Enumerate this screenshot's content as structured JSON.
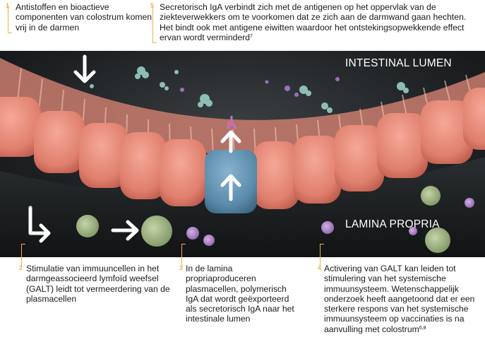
{
  "notes": {
    "n1": {
      "number": "1",
      "text": "Antistoffen en bioactieve componenten van colostrum komen vrij in de darmen"
    },
    "n5": {
      "number": "5",
      "text": "Secretorisch IgA verbindt zich met de antigenen op het oppervlak van de ziekteverwekkers om te voorkomen dat ze zich aan de darmwand gaan hechten. Het bindt ook met antigene eiwitten waardoor het ontstekingsopwekkende effect ervan wordt verminderd",
      "sup": "7"
    },
    "n2": {
      "number": "2",
      "text": "Stimulatie van immuuncellen in het darmgeassocieerd lymfoïd weefsel (GALT) leidt tot vermeerdering van de plasmacellen"
    },
    "n3": {
      "number": "3",
      "text": "In de lamina propriaproduceren plasmacellen, polymerisch IgA dat wordt geëxporteerd als secretorisch IgA naar het intestinale lumen"
    },
    "n4": {
      "number": "4",
      "text": "Activering van GALT kan leiden tot stimulering van het systemische immuunsysteem. Wetenschappelijk onderzoek heeft aangetoond dat er een sterkere respons van het systemische immuunsysteem op vaccinaties is na aanvulling met colostrum",
      "sup": "6,8"
    }
  },
  "labels": {
    "lumen": "INTESTINAL LUMEN",
    "lamina": "LAMINA PROPRIA"
  },
  "colors": {
    "accent": "#f0b04a",
    "epithelium": "#e58a78",
    "plasma_cell": "#5d8fb0",
    "arrow": "#ffffff"
  }
}
